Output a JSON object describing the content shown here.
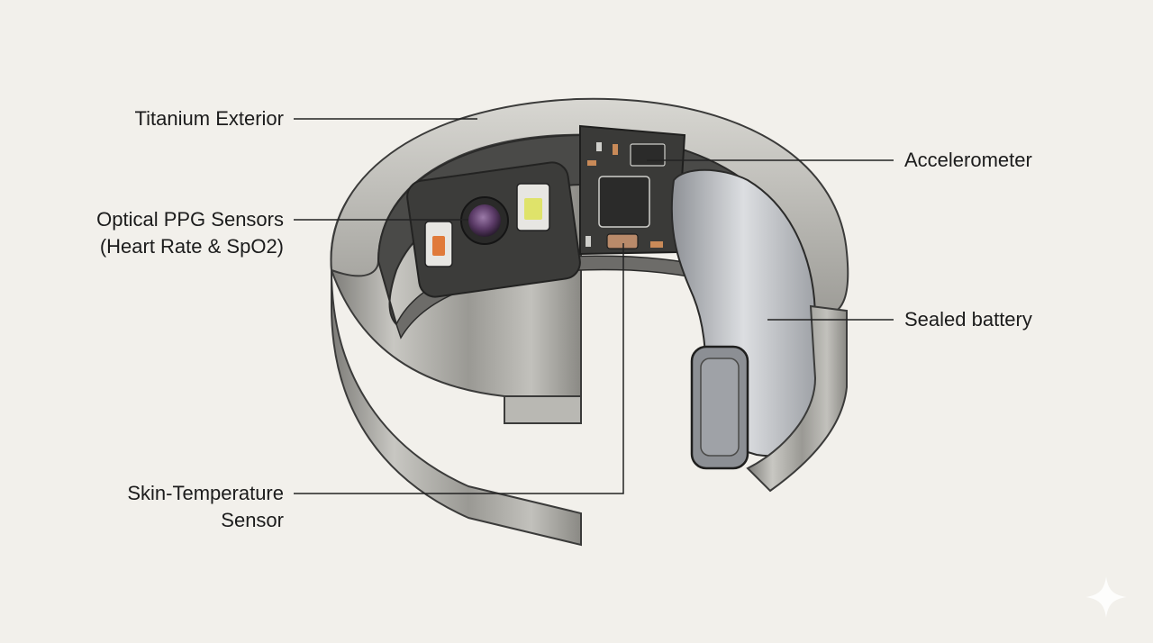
{
  "labels": {
    "titanium_exterior": "Titanium Exterior",
    "optical_ppg_line1": "Optical PPG Sensors",
    "optical_ppg_line2": "(Heart Rate & SpO2)",
    "skin_temp_line1": "Skin-Temperature",
    "skin_temp_line2": "Sensor",
    "accelerometer": "Accelerometer",
    "sealed_battery": "Sealed battery"
  },
  "colors": {
    "background": "#f2f0eb",
    "titanium": "#a9a8a4",
    "titanium_dark": "#6f6e6b",
    "inner_shell": "#4a4a48",
    "circuit_board": "#3a3a38",
    "battery": "#c9cbcf",
    "led_green": "#dfe36a",
    "led_red": "#e07a3a",
    "lens": "#5a3a66",
    "leader_line": "#222222"
  },
  "icons": {
    "watermark": "sparkle-icon"
  }
}
